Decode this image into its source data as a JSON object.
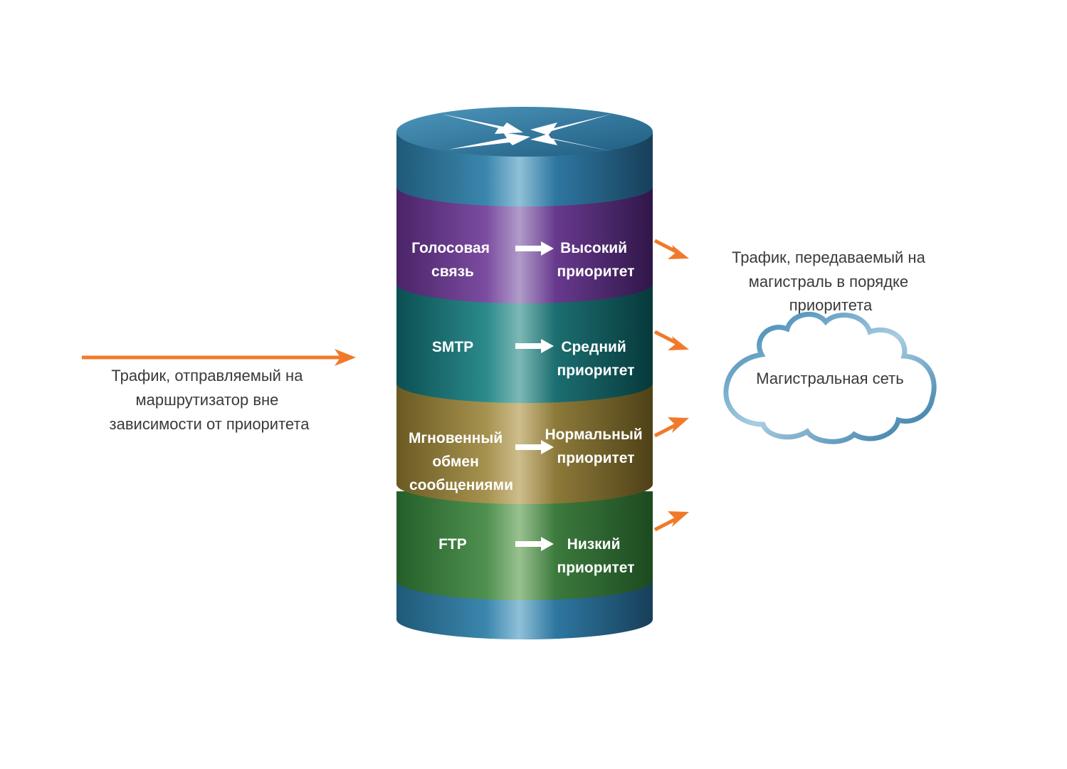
{
  "incoming": {
    "lines": [
      "Трафик, отправляемый на",
      "маршрутизатор вне",
      "зависимости от приоритета"
    ]
  },
  "outgoing": {
    "lines": [
      "Трафик, передаваемый на",
      "магистраль в порядке",
      "приоритета"
    ]
  },
  "cloud": {
    "label": "Магистральная сеть"
  },
  "bands": [
    {
      "type_lines": [
        "Голосовая",
        "связь"
      ],
      "priority_lines": [
        "Высокий",
        "приоритет"
      ]
    },
    {
      "type_lines": [
        "SMTP"
      ],
      "priority_lines": [
        "Средний",
        "приоритет"
      ]
    },
    {
      "type_lines": [
        "Мгновенный",
        "обмен",
        "сообщениями"
      ],
      "priority_lines": [
        "Нормальный",
        "приоритет"
      ]
    },
    {
      "type_lines": [
        "FTP"
      ],
      "priority_lines": [
        "Низкий",
        "приоритет"
      ]
    }
  ],
  "icons": {
    "router": "router-arrows-icon",
    "cloud": "cloud-icon",
    "flow": "orange-arrow-icon"
  },
  "colors": {
    "arrow": "#f07a2a",
    "router_cap": "#2c6e92",
    "voice": "#5b2f7e",
    "smtp": "#0d5f63",
    "im": "#7e6b2c",
    "ftp": "#2f6f33",
    "cloud_stroke": "#3f87b3"
  }
}
